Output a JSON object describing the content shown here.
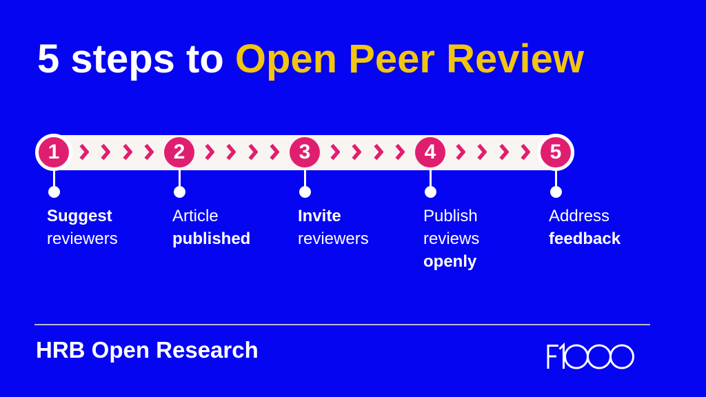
{
  "title": {
    "prefix": "5 steps to ",
    "highlight": "Open Peer Review"
  },
  "steps": [
    {
      "number": "1",
      "lines": [
        {
          "text": "Suggest",
          "bold": true
        },
        {
          "text": "reviewers",
          "bold": false
        }
      ]
    },
    {
      "number": "2",
      "lines": [
        {
          "text": "Article",
          "bold": false
        },
        {
          "text": "published",
          "bold": true
        }
      ]
    },
    {
      "number": "3",
      "lines": [
        {
          "text": "Invite",
          "bold": true
        },
        {
          "text": "reviewers",
          "bold": false
        }
      ]
    },
    {
      "number": "4",
      "lines": [
        {
          "text": "Publish",
          "bold": false
        },
        {
          "text": "reviews",
          "bold": false
        },
        {
          "text": "openly",
          "bold": true
        }
      ]
    },
    {
      "number": "5",
      "lines": [
        {
          "text": "Address",
          "bold": false
        },
        {
          "text": "feedback",
          "bold": true
        }
      ]
    }
  ],
  "footer": {
    "brand": "HRB Open Research",
    "logo_label": "F1000"
  },
  "colors": {
    "background": "#0505F2",
    "title_highlight_yellow": "#F2C511",
    "accent_pink": "#E01E6F",
    "timeline_bar": "#F8F4F1",
    "divider": "#BDBBCD",
    "text": "#FFFFFF"
  }
}
